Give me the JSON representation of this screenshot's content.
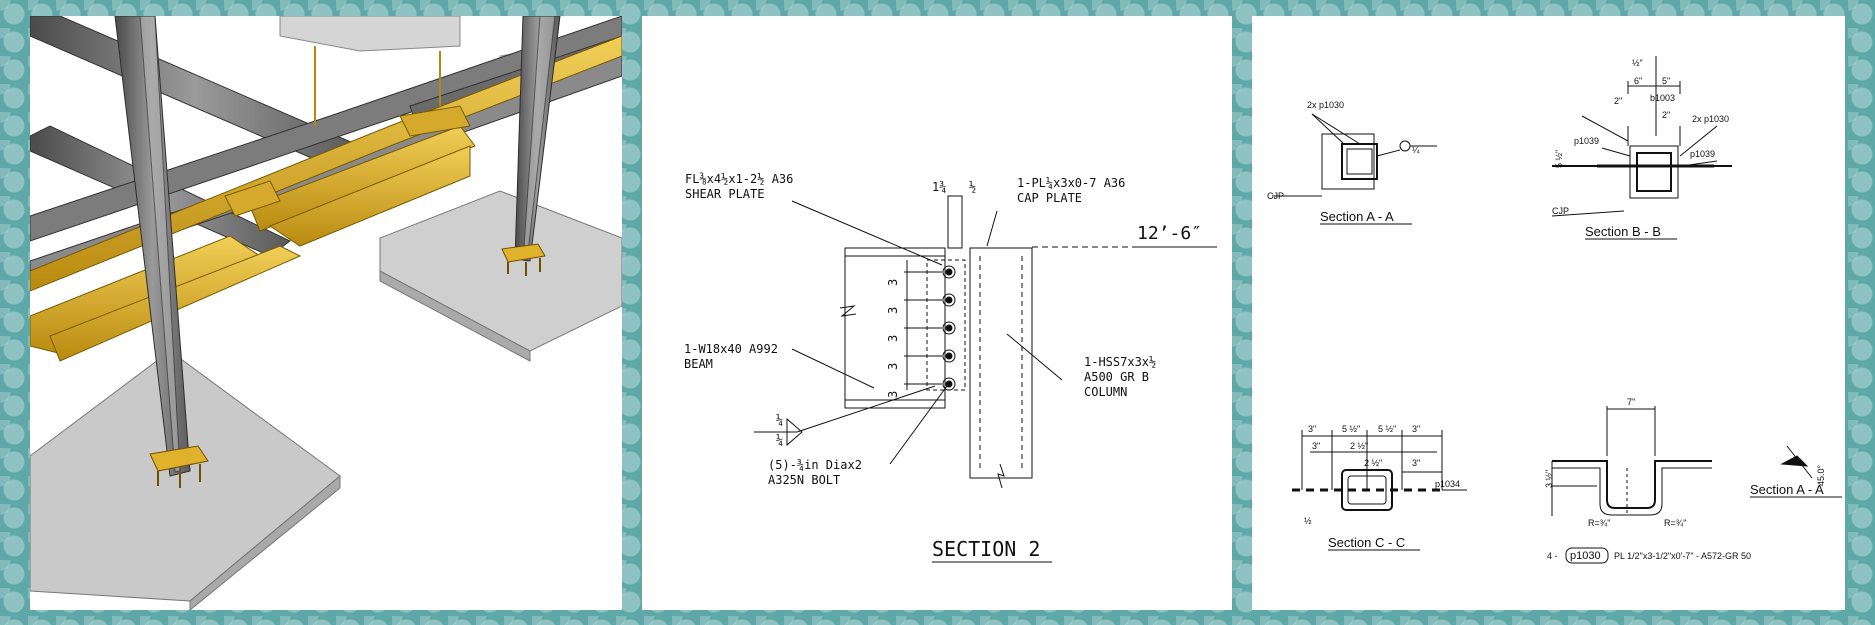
{
  "colors": {
    "background": "#5fa8a8",
    "steel_beam": "#e2b22a",
    "steel_gray": "#6e6e6e",
    "footing": "#bdbdbd"
  },
  "panel2": {
    "shear_plate_line1": "FL⅜x4½x1-2½  A36",
    "shear_plate_line2": "SHEAR PLATE",
    "dim_top_left": "1¾",
    "dim_top_right": "½",
    "cap_plate_line1": "1-PL¼x3x0-7 A36",
    "cap_plate_line2": "CAP PLATE",
    "elevation": "12’-6″",
    "beam_line1": "1-W18x40 A992",
    "beam_line2": "BEAM",
    "column_line1": "1-HSS7x3x½",
    "column_line2": "A500 GR B",
    "column_line3": "COLUMN",
    "weld_size_top": "¼",
    "weld_size_bottom": "¼",
    "bolt_line1": "(5)-¾in Diax2",
    "bolt_line2": "A325N BOLT",
    "spacing": [
      "3",
      "3",
      "3",
      "3",
      "3"
    ],
    "title": "SECTION 2"
  },
  "panel3": {
    "secAA": {
      "title": "Section A - A",
      "label_plates": "2x p1030",
      "cjp": "CJP",
      "weld": "¼"
    },
    "secBB": {
      "title": "Section B - B",
      "dim_top": "½\"",
      "dim_6": "6\"",
      "dim_5": "5\"",
      "dim_2a": "2\"",
      "dim_2b": "2\"",
      "b1003": "b1003",
      "p1030": "2x p1030",
      "p1039a": "p1039",
      "p1039b": "p1039",
      "dim_left": "5 ½\"",
      "cjp": "CJP"
    },
    "secCC": {
      "title": "Section C - C",
      "d1": "3\"",
      "d2": "5 ½\"",
      "d3": "5 ½\"",
      "d4": "3\"",
      "d5": "3\"",
      "d6": "2 ½\"",
      "d7": "2 ½\"",
      "d8": "3\"",
      "p1034": "p1034",
      "weld": "½"
    },
    "plate": {
      "dim_top": "7\"",
      "dim_left": "3 ½\"",
      "r_left": "R=¾\"",
      "r_right": "R=¾\"",
      "angle": "45.0°",
      "section_title": "Section A - A",
      "bom_qty": "4 -",
      "bom_mark": "p1030",
      "bom_desc": "PL 1/2\"x3-1/2\"x0'-7\" - A572-GR 50"
    }
  }
}
